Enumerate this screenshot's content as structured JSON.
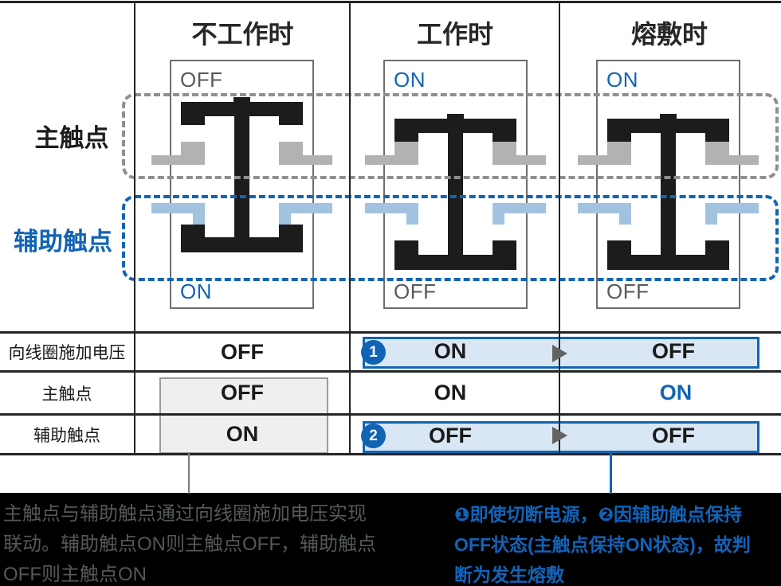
{
  "columns": [
    {
      "title": "不工作时",
      "state": "released",
      "top_label": "OFF",
      "bottom_label": "ON"
    },
    {
      "title": "工作时",
      "state": "engaged",
      "top_label": "ON",
      "bottom_label": "OFF"
    },
    {
      "title": "熔敷时",
      "state": "engaged",
      "top_label": "ON",
      "bottom_label": "OFF"
    }
  ],
  "side_labels": {
    "main": "主触点",
    "aux": "辅助触点"
  },
  "table": {
    "rows": [
      {
        "label": "向线圈施加电压",
        "left_value": "OFF",
        "transition": {
          "badge": "1",
          "from": "ON",
          "to": "OFF"
        }
      },
      {
        "label": "主触点",
        "left_value": "OFF",
        "mid_value": "ON",
        "right_value": "ON"
      },
      {
        "label": "辅助触点",
        "left_value": "ON",
        "transition": {
          "badge": "2",
          "from": "OFF",
          "to": "OFF"
        }
      }
    ]
  },
  "notes": {
    "left_lines": [
      "主触点与辅助触点通过向线圈施加电压实现",
      "联动。辅助触点ON则主触点OFF，辅助触点",
      "OFF则主触点ON"
    ],
    "right_lines": [
      "❶即使切断电源，❷因辅助触点保持",
      "OFF状态(主触点保持ON状态)，故判",
      "断为发生熔敷"
    ]
  },
  "colors": {
    "accent": "#1164b4",
    "accent_note": "#1263b8",
    "lightblue_fill": "#d9e6f3",
    "aux_pad_blue": "#a2c3df",
    "main_pad_gray": "#b2b2b2",
    "contact_black": "#1c1c1c",
    "line_black": "#242424",
    "dash_gray": "#8f8f8f",
    "muted_gray": "#58595b",
    "note_left_gray": "#54585a"
  }
}
